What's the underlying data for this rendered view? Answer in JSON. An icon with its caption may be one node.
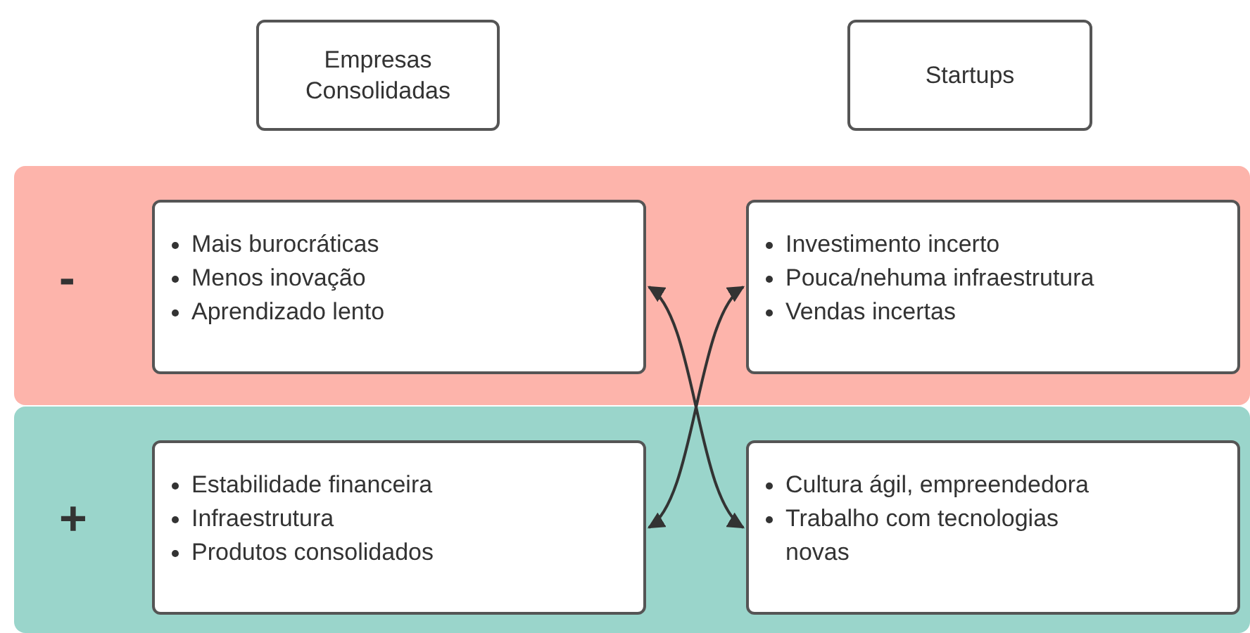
{
  "diagram": {
    "nodes": [
      {
        "text": [
          "Empresas Consolidadas"
        ]
      },
      {
        "text": [
          "Startups"
        ]
      },
      {
        "text": [
          "-"
        ]
      },
      {
        "text": [
          "Mais burocráticas",
          "Menos inovação",
          "Aprendizado lento"
        ],
        "in": 2
      },
      {
        "text": [
          "Investimento incerto",
          "Pouca/nehuma infraestrutura",
          "Vendas incertas"
        ],
        "in": 2
      },
      {
        "text": [
          "+"
        ]
      },
      {
        "text": [
          "Estabilidade financeira",
          "Infraestrutura",
          "Produtos consolidados"
        ],
        "in": 5
      },
      {
        "text": [
          "Cultura ágil, empreendedora",
          "Trabalho com tecnologias novas"
        ],
        "in": 5
      }
    ],
    "edges": [
      {
        "from": 3,
        "to": 7,
        "arrow": "both"
      },
      {
        "from": 4,
        "to": 6,
        "arrow": "both"
      }
    ]
  }
}
